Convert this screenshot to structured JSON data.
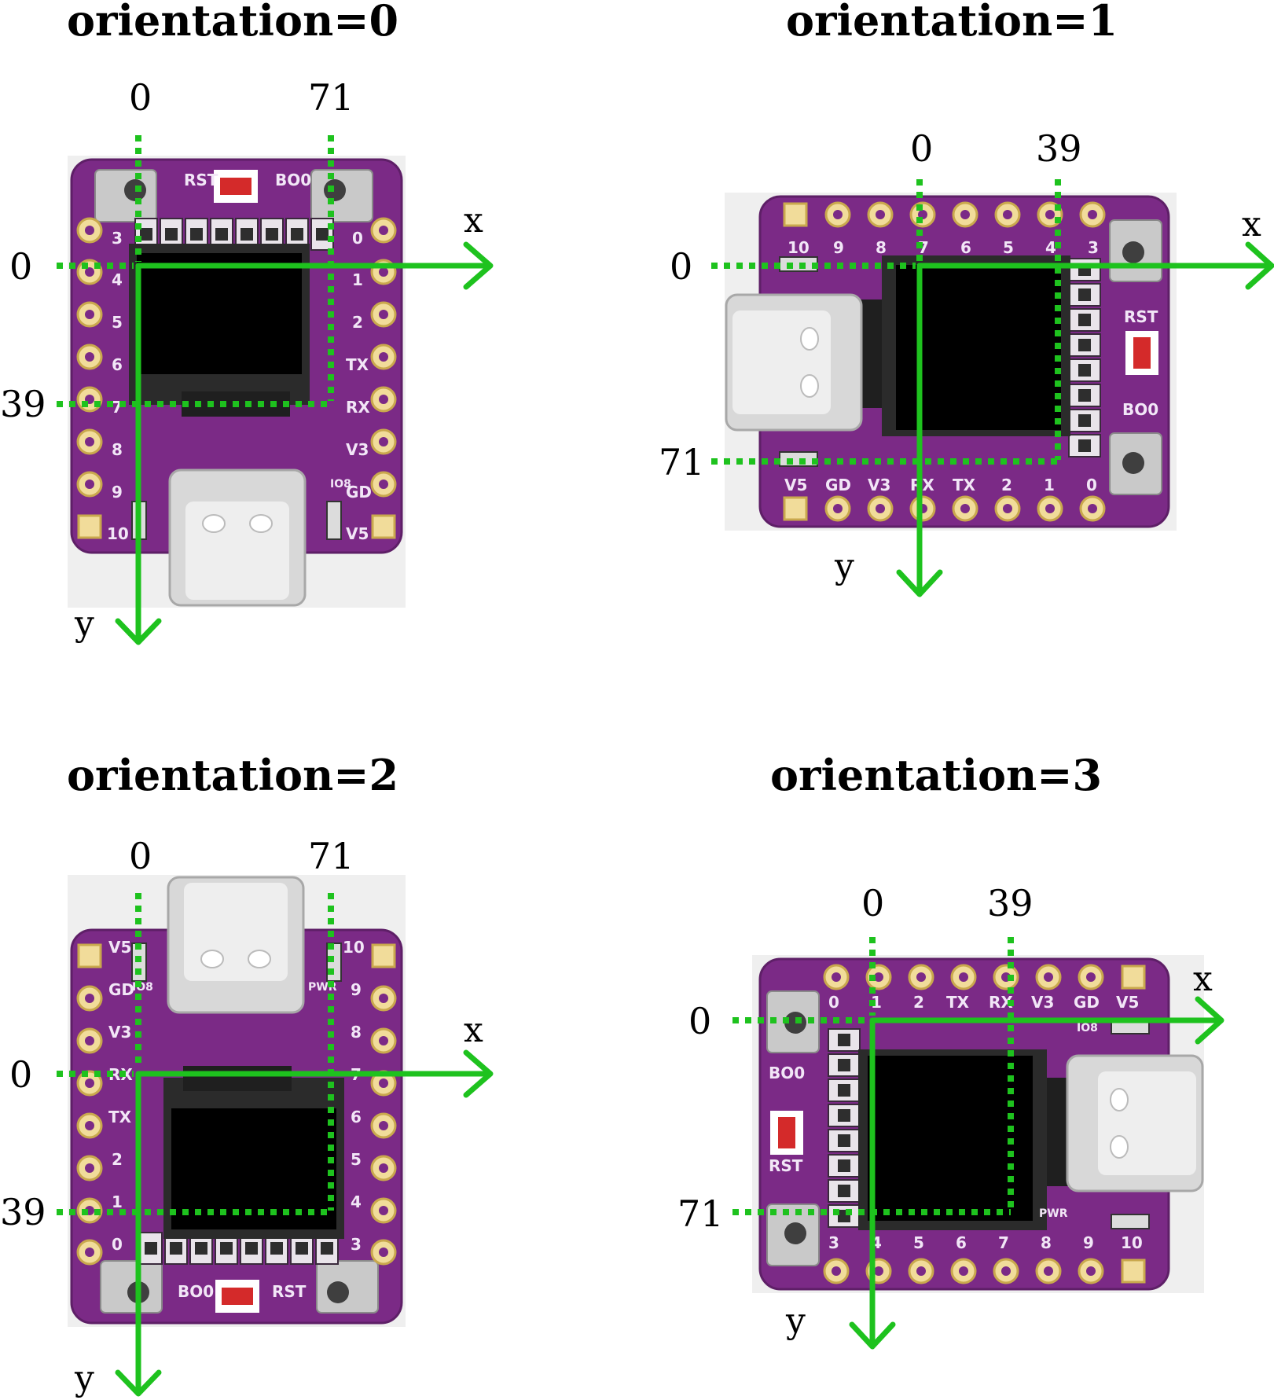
{
  "colors": {
    "axis": "#1ec21e",
    "pcb": "#7b2a86",
    "lcd": "#000000"
  },
  "panels": [
    {
      "id": 0,
      "title": "orientation=0",
      "x_axis_label": "x",
      "y_axis_label": "y",
      "x_ticks": [
        "0",
        "71"
      ],
      "y_ticks": [
        "0",
        "39"
      ],
      "board": {
        "left_pins": [
          "3",
          "4",
          "5",
          "6",
          "7",
          "8",
          "9",
          "10"
        ],
        "right_pins": [
          "0",
          "1",
          "2",
          "TX",
          "RX",
          "V3",
          "GD",
          "V5"
        ],
        "button_labels": [
          "RST",
          "BO0"
        ],
        "extra_labels": [
          "IO8"
        ]
      }
    },
    {
      "id": 1,
      "title": "orientation=1",
      "x_axis_label": "x",
      "y_axis_label": "y",
      "x_ticks": [
        "0",
        "39"
      ],
      "y_ticks": [
        "0",
        "71"
      ],
      "board": {
        "top_pins": [
          "10",
          "9",
          "8",
          "7",
          "6",
          "5",
          "4",
          "3"
        ],
        "bottom_pins": [
          "V5",
          "GD",
          "V3",
          "RX",
          "TX",
          "2",
          "1",
          "0"
        ],
        "button_labels": [
          "RST",
          "BO0"
        ]
      }
    },
    {
      "id": 2,
      "title": "orientation=2",
      "x_axis_label": "x",
      "y_axis_label": "y",
      "x_ticks": [
        "0",
        "71"
      ],
      "y_ticks": [
        "0",
        "39"
      ],
      "board": {
        "left_pins": [
          "V5",
          "GD",
          "V3",
          "RX",
          "TX",
          "2",
          "1",
          "0"
        ],
        "right_pins": [
          "10",
          "9",
          "8",
          "7",
          "6",
          "5",
          "4",
          "3"
        ],
        "button_labels": [
          "BO0",
          "RST"
        ],
        "extra_labels": [
          "IO8",
          "PWR"
        ]
      }
    },
    {
      "id": 3,
      "title": "orientation=3",
      "x_axis_label": "x",
      "y_axis_label": "y",
      "x_ticks": [
        "0",
        "39"
      ],
      "y_ticks": [
        "0",
        "71"
      ],
      "board": {
        "top_pins": [
          "0",
          "1",
          "2",
          "TX",
          "RX",
          "V3",
          "GD",
          "V5"
        ],
        "bottom_pins": [
          "3",
          "4",
          "5",
          "6",
          "7",
          "8",
          "9",
          "10"
        ],
        "button_labels": [
          "BO0",
          "RST"
        ],
        "extra_labels": [
          "IO8",
          "PWR"
        ]
      }
    }
  ]
}
